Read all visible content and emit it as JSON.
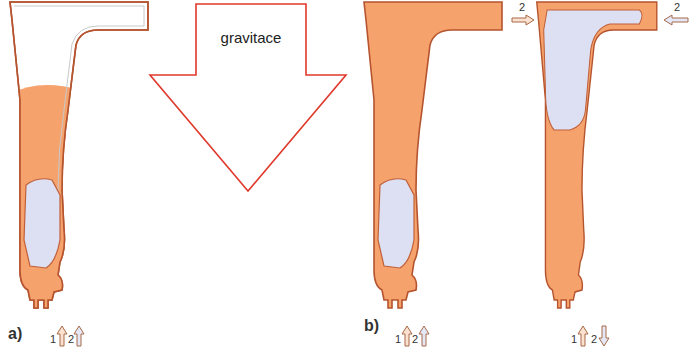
{
  "diagram": {
    "nodes": [
      {
        "text": [
          "gravitace"
        ]
      }
    ],
    "labels": [
      "a)",
      "1",
      "2",
      "b)",
      "2",
      "1",
      "2",
      "2",
      "1",
      "2"
    ]
  }
}
